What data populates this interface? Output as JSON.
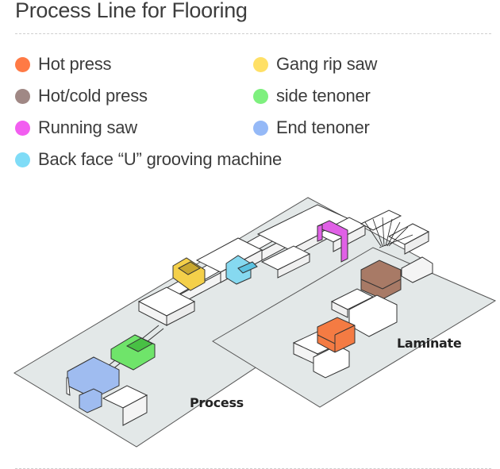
{
  "header": {
    "title": "Process Line for Flooring"
  },
  "legend": {
    "items": [
      {
        "label": "Hot press",
        "color": "#ff7a45",
        "icon": "orange-dot-icon"
      },
      {
        "label": "Gang rip saw",
        "color": "#ffe066",
        "icon": "yellow-dot-icon"
      },
      {
        "label": "Hot/cold press",
        "color": "#a08885",
        "icon": "brown-dot-icon"
      },
      {
        "label": "side tenoner",
        "color": "#7ef07e",
        "icon": "green-dot-icon"
      },
      {
        "label": "Running saw",
        "color": "#f25ef0",
        "icon": "magenta-dot-icon"
      },
      {
        "label": "End tenoner",
        "color": "#95b9f7",
        "icon": "blue-dot-icon"
      },
      {
        "label": "Back face “U” grooving machine",
        "color": "#7fdcf7",
        "icon": "cyan-dot-icon"
      }
    ]
  },
  "diagram": {
    "areas": [
      {
        "label": "Process"
      },
      {
        "label": "Laminate"
      }
    ],
    "floor_color": "#e3e8e8",
    "machine_colors": {
      "hot_press": "#f47b43",
      "hot_cold_press": "#a87a66",
      "running_saw": "#e061e6",
      "gang_rip_saw": "#f4d04a",
      "side_tenoner": "#6fe46a",
      "end_tenoner": "#9fbcf0",
      "u_grooving": "#86d9f0"
    }
  }
}
